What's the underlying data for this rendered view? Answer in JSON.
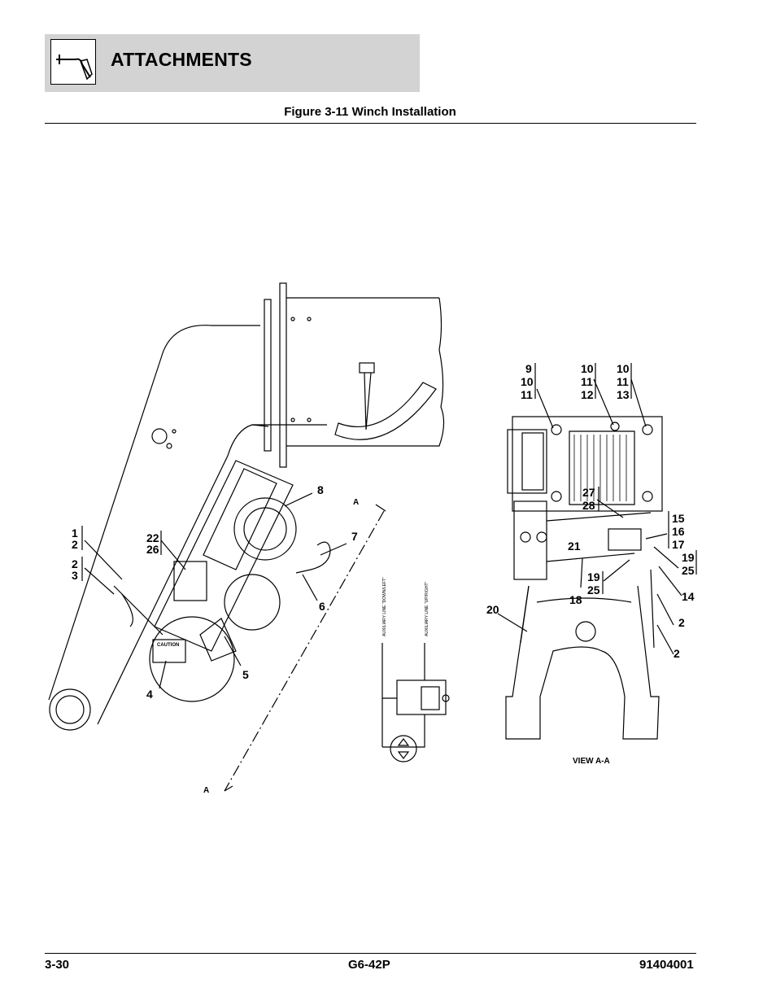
{
  "header": {
    "section_title": "ATTACHMENTS",
    "logo_icon": "jlg-attachment-hook-icon"
  },
  "figure": {
    "caption": "Figure 3-11 Winch Installation"
  },
  "drawing": {
    "section_marker_top": "A",
    "section_marker_bottom": "A",
    "view_label": "VIEW A-A",
    "caution_decal": "CAUTION",
    "schematic_label_left": "AUXILIARY LINE \"DOWN/LEFT\"",
    "schematic_label_right": "AUXILIARY LINE \"UP/RIGHT\"",
    "left_callouts": {
      "c_1_2": [
        "1",
        "2"
      ],
      "c_2_3": [
        "2",
        "3"
      ],
      "c_22_26": [
        "22",
        "26"
      ],
      "c_8": "8",
      "c_7": "7",
      "c_6": "6",
      "c_5": "5",
      "c_4": "4"
    },
    "right_callouts": {
      "c_9_10_11": [
        "9",
        "10",
        "11"
      ],
      "c_10_11_12": [
        "10",
        "11",
        "12"
      ],
      "c_10_11_13": [
        "10",
        "11",
        "13"
      ],
      "c_27_28": [
        "27",
        "28"
      ],
      "c_15_16_17": [
        "15",
        "16",
        "17"
      ],
      "c_21": "21",
      "c_19_25_right": [
        "19",
        "25"
      ],
      "c_19_25_mid": [
        "19",
        "25"
      ],
      "c_18": "18",
      "c_14": "14",
      "c_20": "20",
      "c_2_upper": "2",
      "c_2_lower": "2"
    }
  },
  "footer": {
    "page_number": "3-30",
    "model": "G6-42P",
    "manual_number": "91404001"
  }
}
